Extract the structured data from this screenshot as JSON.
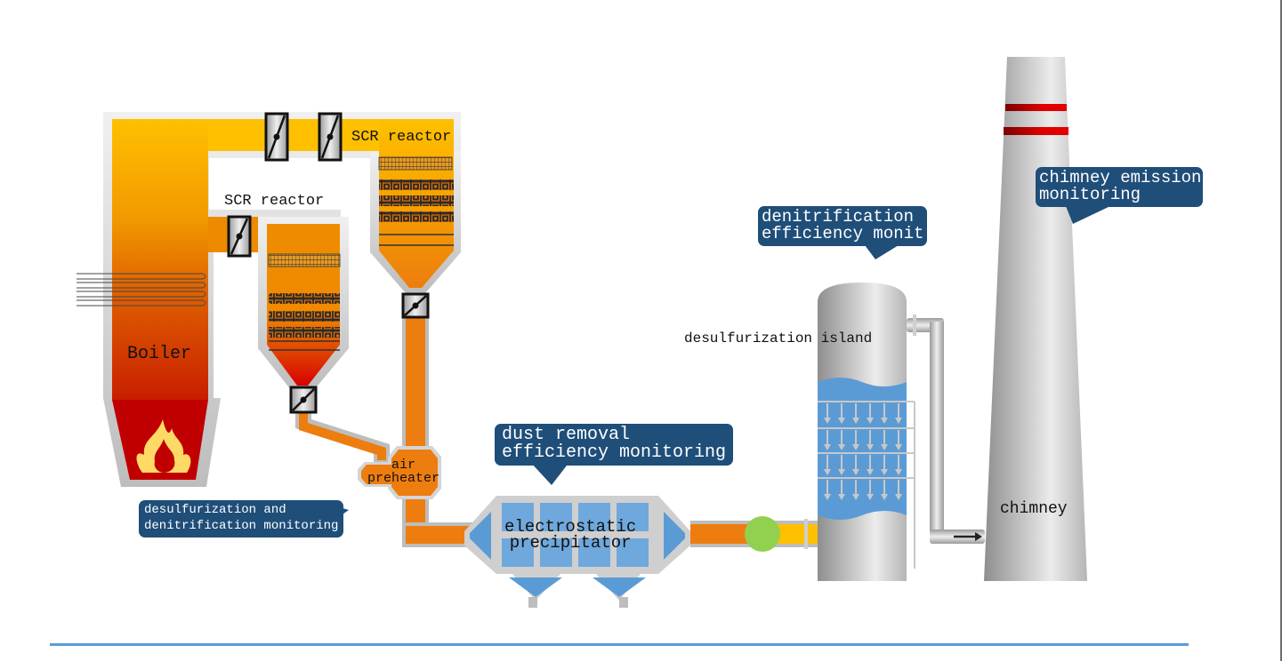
{
  "diagram": {
    "components": {
      "boiler": "Boiler",
      "scr_reactor_1": "SCR reactor",
      "scr_reactor_2": "SCR reactor",
      "air_preheater": "air\npreheater",
      "esp": "electrostatic\nprecipitator",
      "desulfurization_island": "desulfurization island",
      "chimney": "chimney"
    },
    "callouts": {
      "desulf_denitr": "desulfurization and\ndenitrification monitoring",
      "dust_removal": "dust removal\nefficiency monitoring",
      "denitr_eff": "denitrification\nefficiency monit",
      "chimney_emission": "chimney emission\nmonitoring"
    },
    "colors": {
      "callout_bg": "#1f4e79",
      "flue_yellow": "#ffc000",
      "flue_orange": "#ed7d0e",
      "flue_red": "#c00000",
      "water_blue": "#5b9bd5",
      "sensor_green": "#92d050",
      "chimney_band": "#e00000",
      "rule_blue": "#5b9bd5"
    }
  }
}
